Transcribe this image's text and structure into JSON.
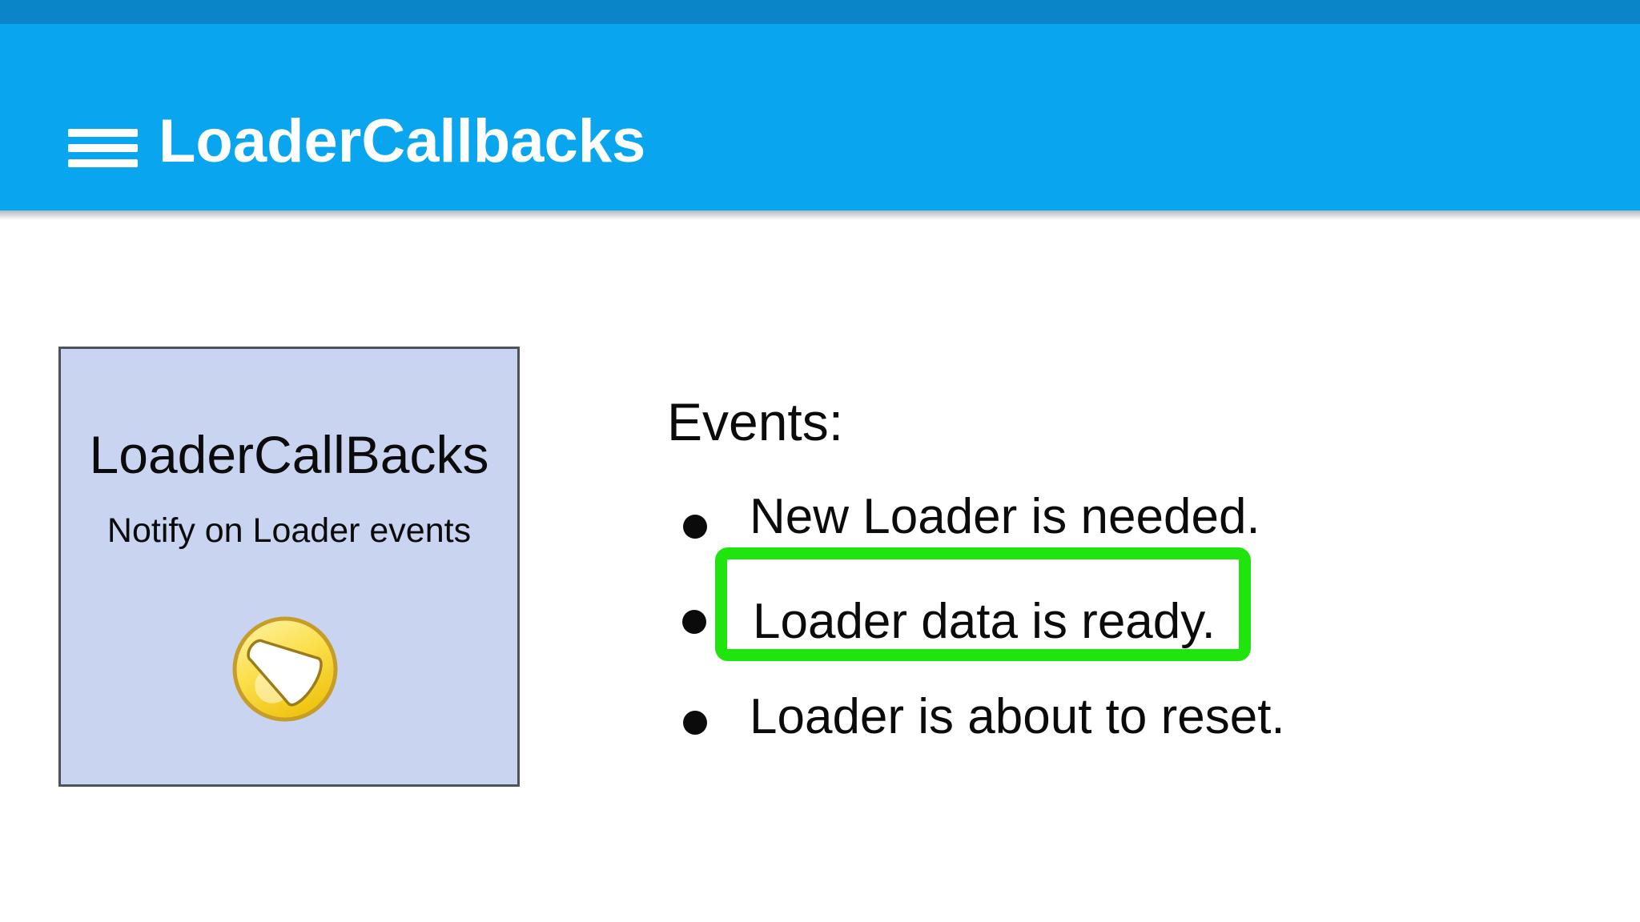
{
  "app_bar": {
    "title": "LoaderCallbacks",
    "menu_icon": "hamburger-icon",
    "background_color": "#09a5ee",
    "status_bar_color": "#0985c8",
    "title_color": "#ffffff"
  },
  "card": {
    "title": "LoaderCallBacks",
    "subtitle": "Notify on Loader events",
    "icon": "megaphone-icon",
    "background_color": "#c9d4f1",
    "border_color": "#4c525a",
    "icon_colors": {
      "circle_fill": "#f9d93c",
      "circle_rim": "#c59d28",
      "megaphone_fill": "#ffffff",
      "megaphone_outline": "#9a7d1a"
    }
  },
  "events": {
    "heading": "Events:",
    "items": [
      {
        "text": "New Loader is needed.",
        "highlighted": false
      },
      {
        "text": "Loader data is ready.",
        "highlighted": true
      },
      {
        "text": "Loader is about to reset.",
        "highlighted": false
      }
    ],
    "highlight_color": "#1fe40e",
    "text_color": "#0b0b0b"
  }
}
